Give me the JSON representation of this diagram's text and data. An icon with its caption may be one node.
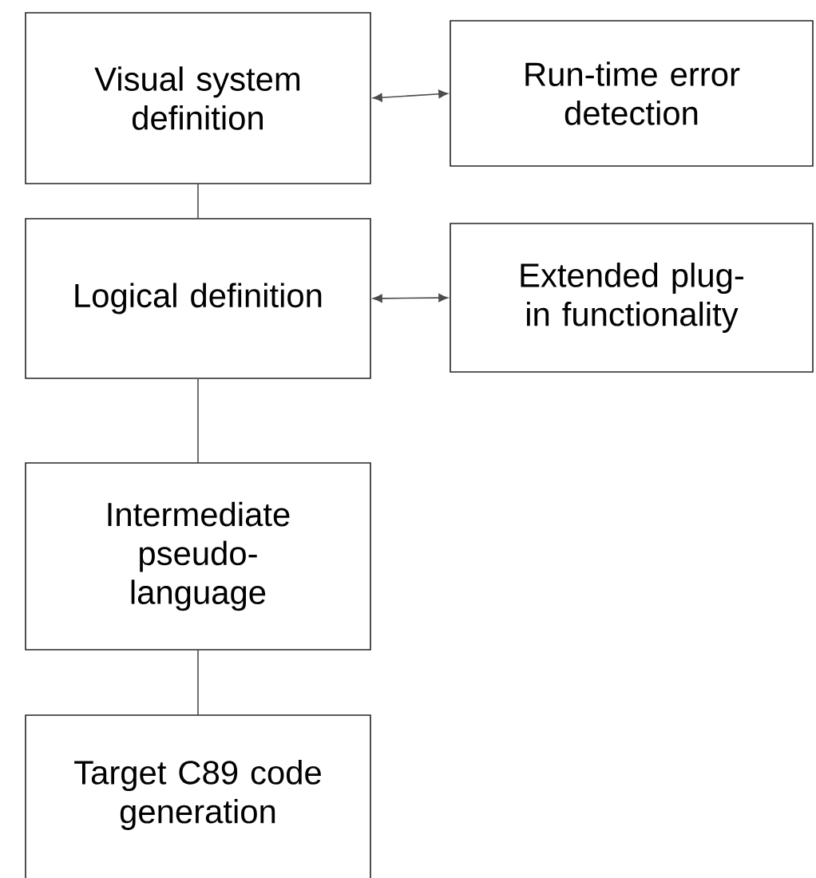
{
  "diagram": {
    "nodes": [
      {
        "text": [
          "Visual system definition"
        ]
      },
      {
        "text": [
          "Run-time error detection"
        ]
      },
      {
        "text": [
          "Logical definition"
        ]
      },
      {
        "text": [
          "Extended plug-in functionality"
        ]
      },
      {
        "text": [
          "Intermediate pseudo-language"
        ]
      },
      {
        "text": [
          "Target C89 code generation"
        ]
      }
    ],
    "edges": [
      {
        "from": 0,
        "to": 1,
        "arrow": "both"
      },
      {
        "from": 0,
        "to": 2,
        "arrow": "none"
      },
      {
        "from": 2,
        "to": 3,
        "arrow": "both"
      },
      {
        "from": 2,
        "to": 4,
        "arrow": "none"
      },
      {
        "from": 4,
        "to": 5,
        "arrow": "none"
      }
    ]
  }
}
